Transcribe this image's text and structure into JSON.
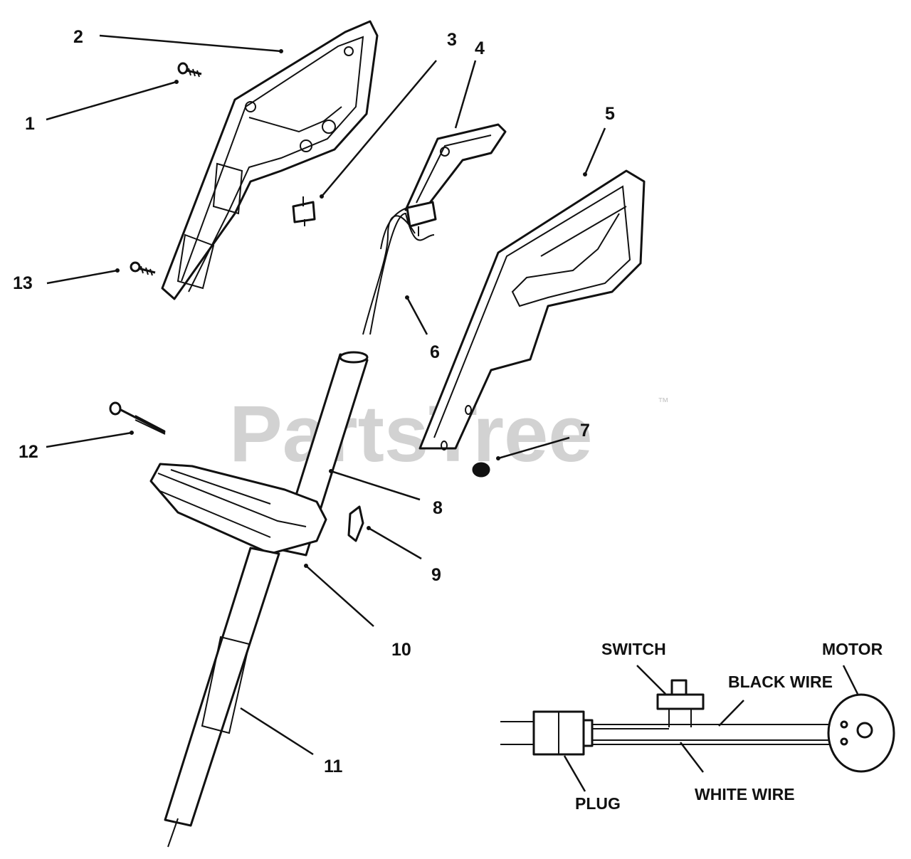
{
  "watermark": {
    "text": "PartsTree",
    "trademark": "™"
  },
  "callouts": {
    "c1": "1",
    "c2": "2",
    "c3": "3",
    "c4": "4",
    "c5": "5",
    "c6": "6",
    "c7": "7",
    "c8": "8",
    "c9": "9",
    "c10": "10",
    "c11": "11",
    "c12": "12",
    "c13": "13"
  },
  "wiring": {
    "switch": "SWITCH",
    "motor": "MOTOR",
    "black_wire": "BLACK WIRE",
    "white_wire": "WHITE WIRE",
    "plug": "PLUG"
  }
}
